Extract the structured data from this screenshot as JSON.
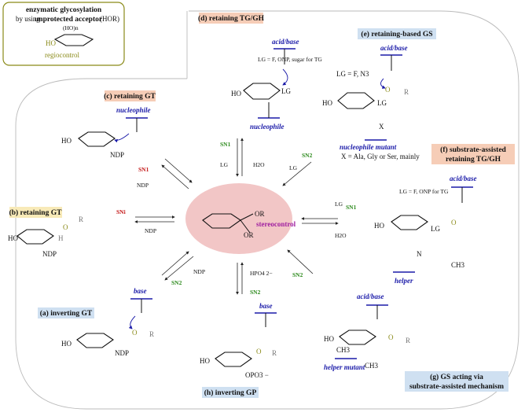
{
  "header_box": {
    "line1": "enzymatic glycosylation",
    "line2_pre": "by using",
    "line2_bold": "unprotected acceptor",
    "line2_post": "(HOR)",
    "ho": "(HO)n",
    "regiocontrol": "regiocontrol"
  },
  "panels": {
    "d": {
      "title": "(d) retaining TG/GH",
      "lg": "LG = F, ONP, sugar for TG",
      "acid_base": "acid/base",
      "nucleophile": "nucleophile"
    },
    "e": {
      "title": "(e) retaining-based GS",
      "lg": "LG = F, N3",
      "acid_base": "acid/base",
      "nucleophile_mutant": "nucleophile mutant",
      "x_line": "X = Ala, Gly or Ser, mainly"
    },
    "c": {
      "title": "(c) retaining GT",
      "nucleophile": "nucleophile",
      "ndp": "NDP"
    },
    "b": {
      "title": "(b) retaining GT",
      "ndp": "NDP"
    },
    "f": {
      "title_line1": "(f) substrate-assisted",
      "title_line2": "retaining TG/GH",
      "lg": "LG = F, ONP for TG",
      "acid_base": "acid/base",
      "helper": "helper"
    },
    "a": {
      "title": "(a) inverting GT",
      "base": "base",
      "ndp": "NDP"
    },
    "h": {
      "title": "(h) inverting GP",
      "base": "base"
    },
    "g": {
      "title_line1": "(g) GS acting via",
      "title_line2": "substrate-assisted mechanism",
      "acid_base": "acid/base",
      "helper_mutant": "helper mutant"
    }
  },
  "center": {
    "stereocontrol": "stereocontrol",
    "or1": "OR",
    "or2": "OR"
  },
  "reactions": {
    "sn1_top": "SN1",
    "lg_top": "LG",
    "h2o_top": "H2O",
    "sn2_topright": "SN2",
    "lg_topright": "LG",
    "sn1_left": "SN1",
    "ndp_left": "NDP",
    "sni": "SNi",
    "ndp_sni": "NDP",
    "sn1_right": "SN1",
    "lg_right": "LG",
    "h2o_right": "H2O",
    "sn2_bottomleft": "SN2",
    "ndp_bottomleft": "NDP",
    "hpo4": "HPO4 2−",
    "sn2_bottom": "SN2",
    "sn2_bottomright": "SN2"
  },
  "labels": {
    "h": "H",
    "o": "O",
    "r": "R",
    "ho": "HO",
    "lg": "LG",
    "ch3": "CH3",
    "x": "X",
    "n": "N",
    "opo3": "OPO3 −"
  },
  "colors": {
    "blue": "#1a1aa8",
    "green": "#2e8b1e",
    "red": "#c41818",
    "olive": "#8a8a18",
    "peach": "#f6cdb7",
    "lightblue": "#cfe0f1",
    "yellow": "#f8eab8",
    "pink_ellipse": "#f2c6c6"
  }
}
